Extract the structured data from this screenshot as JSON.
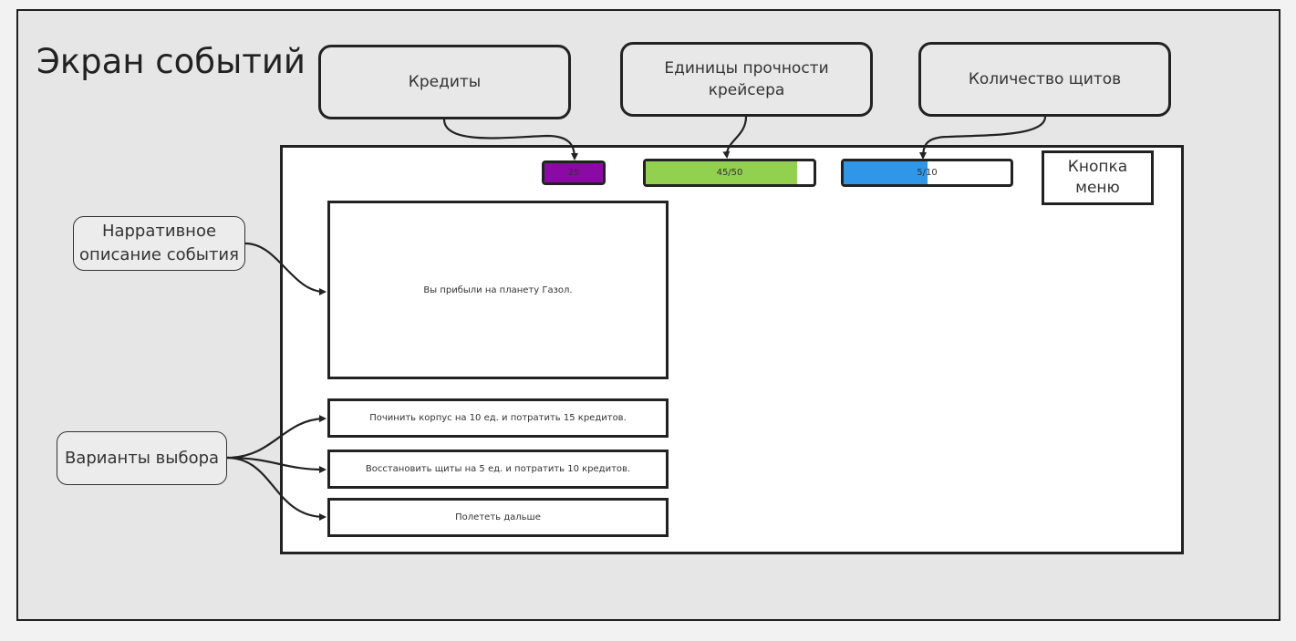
{
  "page": {
    "title": "Экран событий"
  },
  "callouts": {
    "credits": "Кредиты",
    "hull_line1": "Единицы прочности",
    "hull_line2": "крейсера",
    "shields": "Количество щитов",
    "narrative_line1": "Нарративное",
    "narrative_line2": "описание события",
    "choices": "Варианты выбора"
  },
  "stats": {
    "credits": {
      "label": "25",
      "color": "#8b0aa5"
    },
    "hull": {
      "label": "45/50",
      "value": 45,
      "max": 50,
      "color": "#92d050"
    },
    "shields": {
      "label": "5/10",
      "value": 5,
      "max": 10,
      "color": "#2f96e8"
    }
  },
  "menu_button": {
    "line1": "Кнопка",
    "line2": "меню"
  },
  "event": {
    "text": "Вы прибыли на планету Газол."
  },
  "choices": [
    {
      "label": "Починить корпус на 10 ед. и потратить 15 кредитов."
    },
    {
      "label": "Восстановить щиты на 5 ед. и потратить 10 кредитов."
    },
    {
      "label": "Полететь дальше"
    }
  ]
}
